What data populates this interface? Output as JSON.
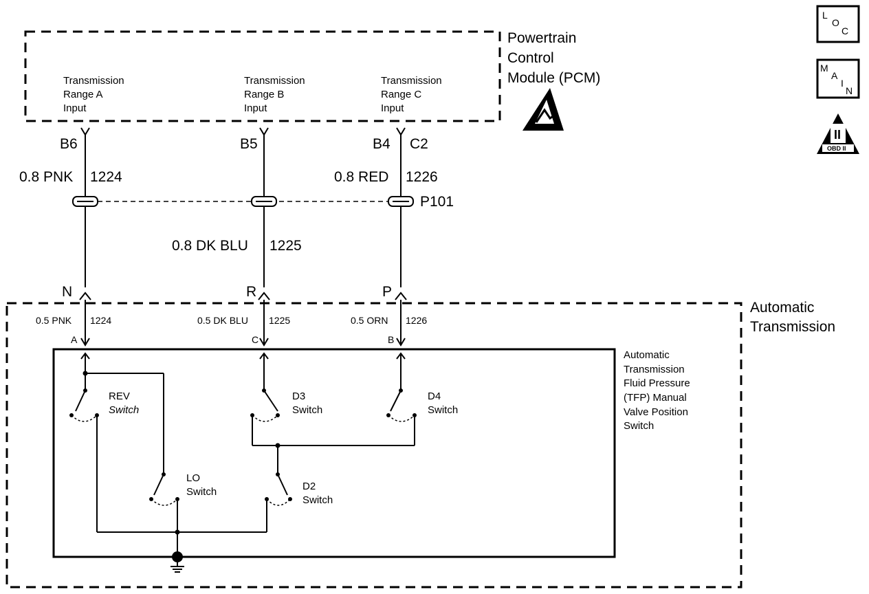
{
  "pcm": {
    "title_line1": "Powertrain",
    "title_line2": "Control",
    "title_line3": "Module (PCM)",
    "inputs": [
      {
        "l1": "Transmission",
        "l2": "Range A",
        "l3": "Input"
      },
      {
        "l1": "Transmission",
        "l2": "Range B",
        "l3": "Input"
      },
      {
        "l1": "Transmission",
        "l2": "Range C",
        "l3": "Input"
      }
    ],
    "pins": [
      "B6",
      "B5",
      "B4",
      "C2"
    ]
  },
  "wires_upper": {
    "left": {
      "size_color": "0.8 PNK",
      "circuit": "1224"
    },
    "center": {
      "size_color": "0.8 DK BLU",
      "circuit": "1225"
    },
    "right": {
      "size_color": "0.8 RED",
      "circuit": "1226"
    }
  },
  "connector": {
    "name": "P101"
  },
  "trans_pins": [
    "N",
    "R",
    "P"
  ],
  "transmission": {
    "title_line1": "Automatic",
    "title_line2": "Transmission"
  },
  "wires_lower": {
    "left": {
      "size_color": "0.5 PNK",
      "circuit": "1224"
    },
    "center": {
      "size_color": "0.5 DK BLU",
      "circuit": "1225"
    },
    "right": {
      "size_color": "0.5 ORN",
      "circuit": "1226"
    }
  },
  "switch_pins": [
    "A",
    "C",
    "B"
  ],
  "tfp": {
    "lines": [
      "Automatic",
      "Transmission",
      "Fluid Pressure",
      "(TFP) Manual",
      "Valve Position",
      "Switch"
    ]
  },
  "switches": {
    "rev": {
      "name": "REV",
      "word": "Switch"
    },
    "d3": {
      "name": "D3",
      "word": "Switch"
    },
    "d4": {
      "name": "D4",
      "word": "Switch"
    },
    "lo": {
      "name": "LO",
      "word": "Switch"
    },
    "d2": {
      "name": "D2",
      "word": "Switch"
    }
  },
  "icons": {
    "loc": {
      "l": "L",
      "o": "O",
      "c": "C"
    },
    "main": {
      "m": "M",
      "a": "A",
      "i": "I",
      "n": "N"
    },
    "obd": {
      "label": "OBD II",
      "numeral": "II"
    }
  }
}
